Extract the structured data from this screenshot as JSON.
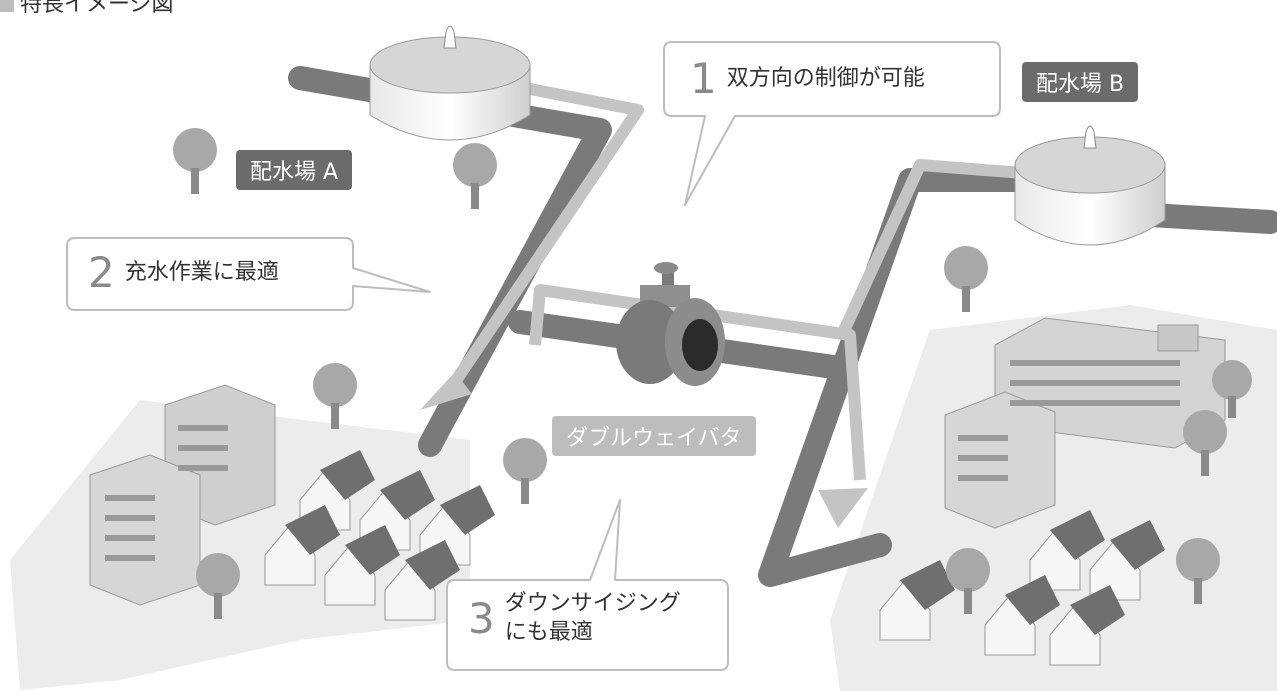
{
  "heading": "特長イメージ図",
  "stations": {
    "a": "配水場 A",
    "b": "配水場 B"
  },
  "valve_label": "ダブルウェイバタ",
  "callouts": [
    {
      "number": "1",
      "text": "双方向の制御が可能"
    },
    {
      "number": "2",
      "text": "充水作業に最適"
    },
    {
      "number": "3",
      "text_line1": "ダウンサイジング",
      "text_line2": "にも最適"
    }
  ],
  "colors": {
    "pipe": "#7a7a7a",
    "flow_arrow": "#bdbdbd",
    "ground": "#ececec",
    "label_dark": "#6b6b6b",
    "label_light": "#bdbdbd"
  }
}
